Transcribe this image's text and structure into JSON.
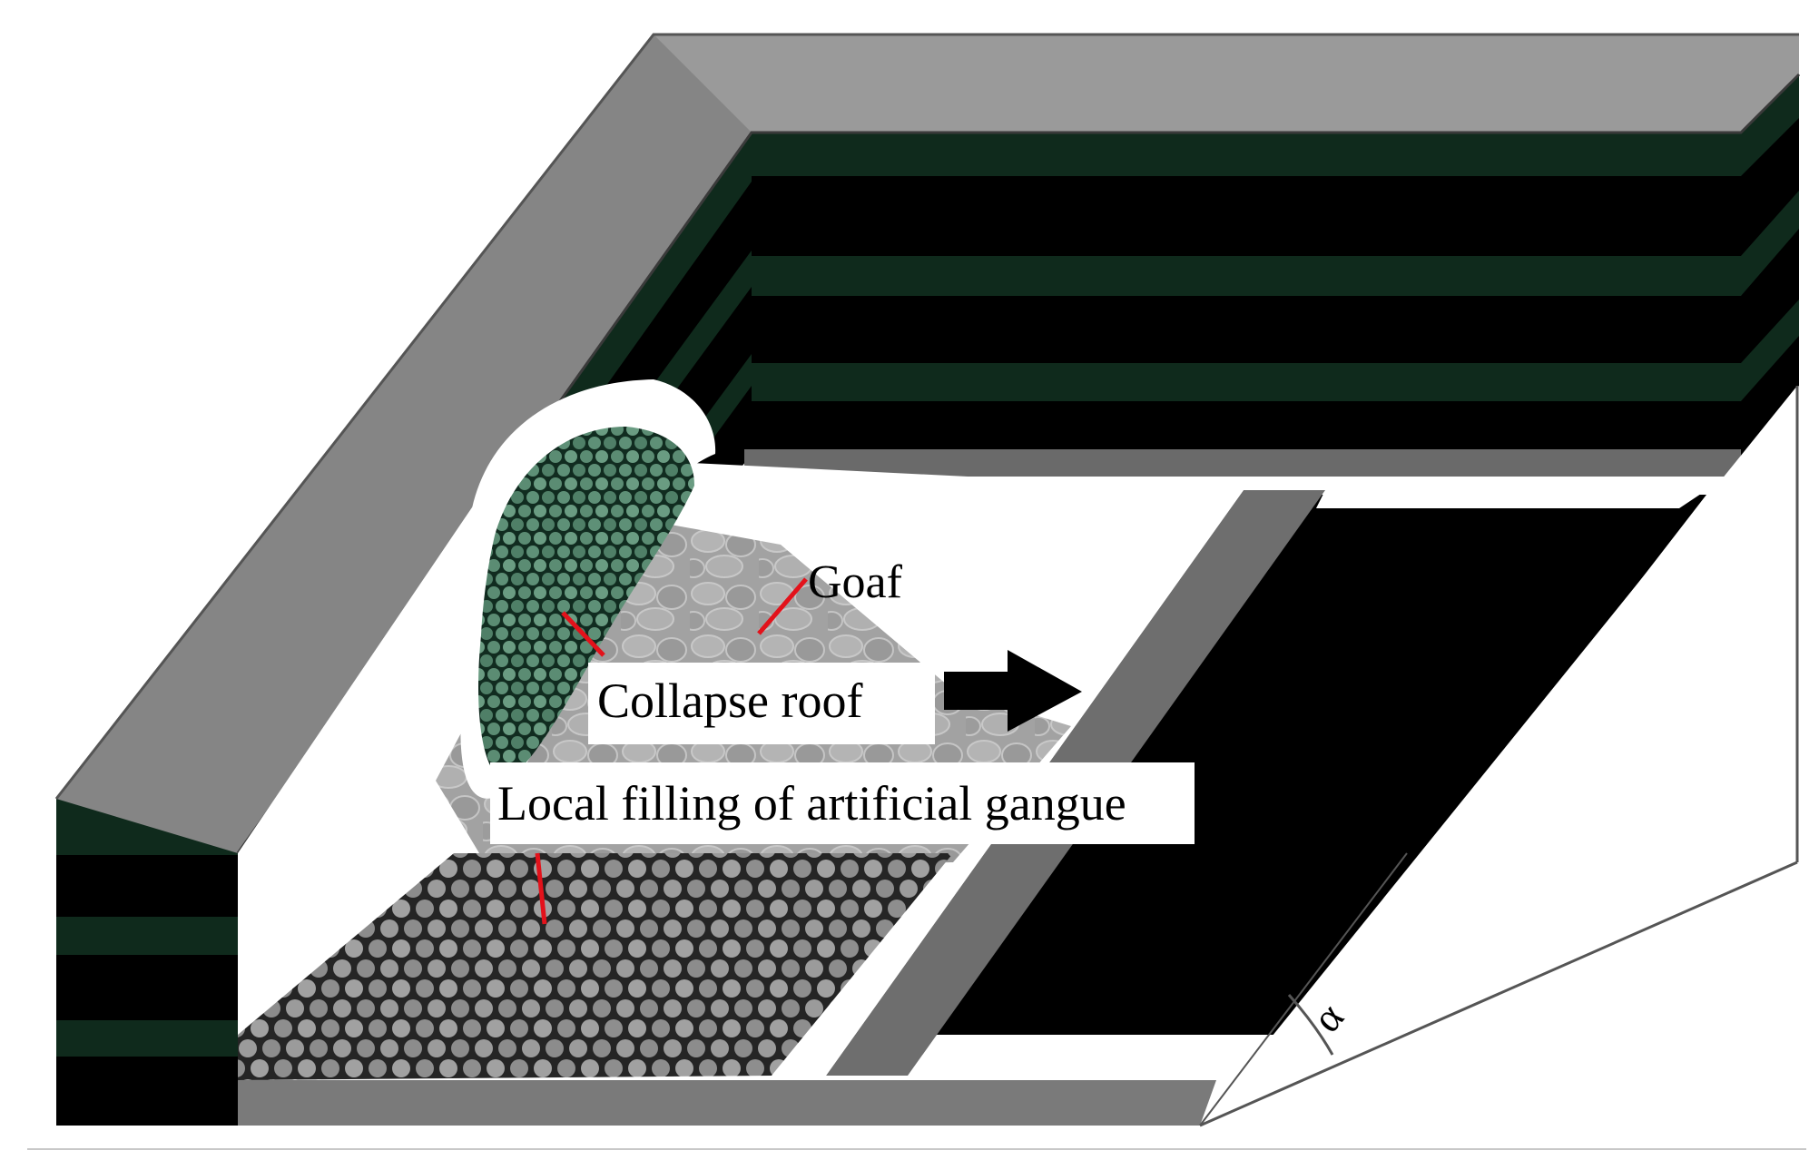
{
  "labels": {
    "goaf": "Goaf",
    "collapse_roof": "Collapse roof",
    "local_filling": "Local filling of artificial gangue",
    "angle_symbol": "α"
  },
  "colors": {
    "top_surface": "#8a8a8a",
    "dark_green_band": "#0f2a1c",
    "black_layer": "#000000",
    "side_face": "#3e3e3e",
    "goaf_fill": "#a7a7a7",
    "gangue_fill": "#2c2c2c",
    "gangue_circle": "#9a9a9a",
    "collapse_fill": "#183c2a",
    "collapse_circle": "#6f9c82",
    "leader_line": "#e3121b",
    "white_void": "#ffffff"
  }
}
